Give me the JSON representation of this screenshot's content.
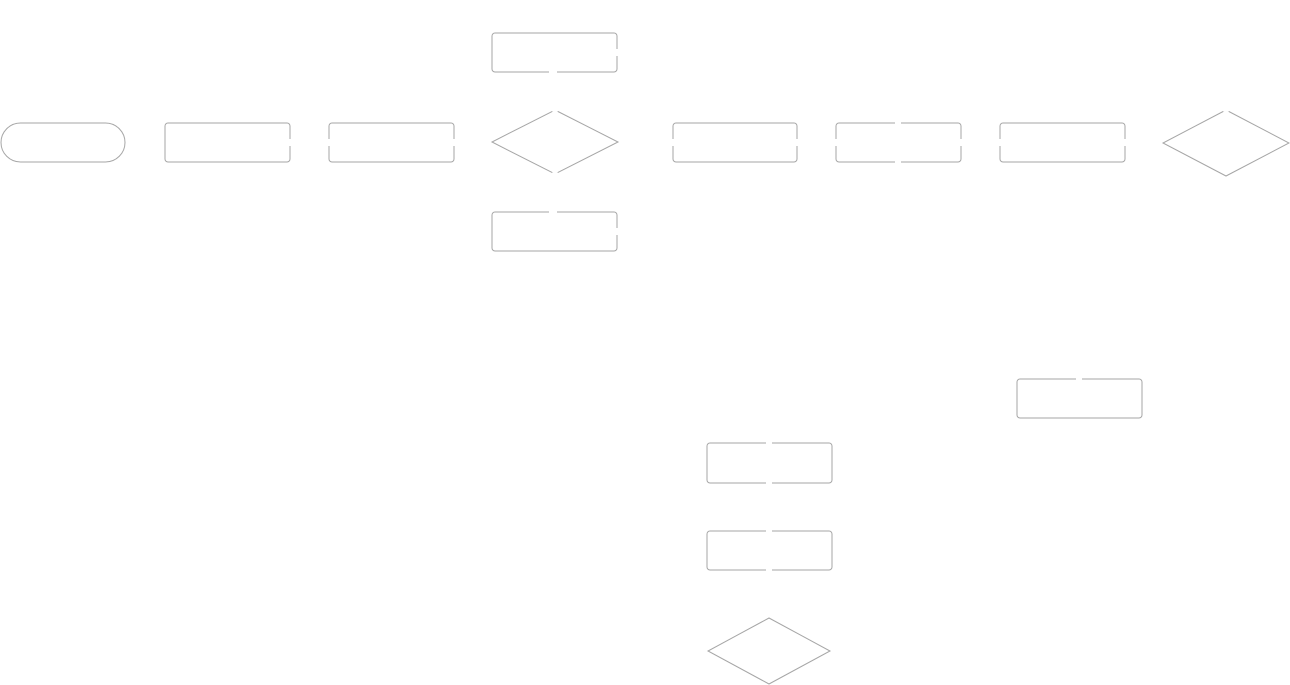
{
  "diagram": {
    "title": "",
    "nodes": [
      {
        "id": "start",
        "shape": "terminator",
        "label": ""
      },
      {
        "id": "step-1",
        "shape": "process",
        "label": ""
      },
      {
        "id": "step-2",
        "shape": "process",
        "label": ""
      },
      {
        "id": "upper-branch",
        "shape": "process",
        "label": ""
      },
      {
        "id": "decision-1",
        "shape": "decision",
        "label": ""
      },
      {
        "id": "lower-branch",
        "shape": "process",
        "label": ""
      },
      {
        "id": "step-3",
        "shape": "process",
        "label": ""
      },
      {
        "id": "step-4",
        "shape": "process",
        "label": ""
      },
      {
        "id": "step-5",
        "shape": "process",
        "label": ""
      },
      {
        "id": "decision-2",
        "shape": "decision",
        "label": ""
      },
      {
        "id": "side-step",
        "shape": "process",
        "label": ""
      },
      {
        "id": "sub-step-1",
        "shape": "process",
        "label": ""
      },
      {
        "id": "sub-step-2",
        "shape": "process",
        "label": ""
      },
      {
        "id": "decision-3",
        "shape": "decision",
        "label": ""
      }
    ],
    "colors": {
      "stroke": "#a6a6a6",
      "fill": "#ffffff",
      "background": "#ffffff"
    }
  }
}
